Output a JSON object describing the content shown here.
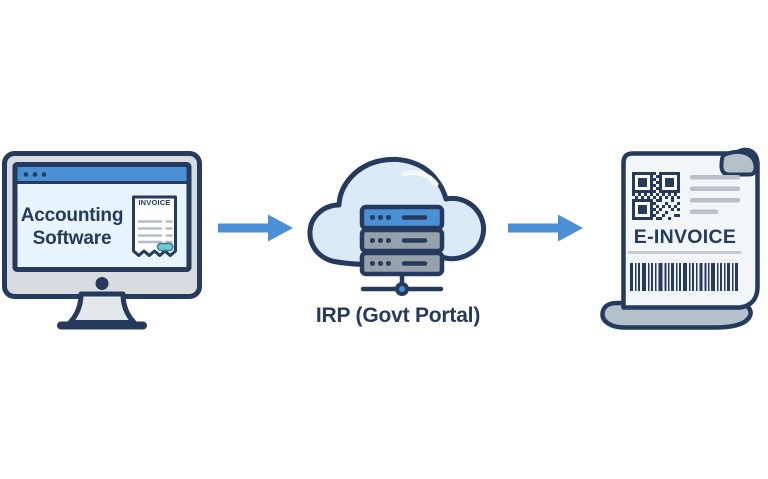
{
  "diagram": {
    "nodes": {
      "accounting": {
        "label": "Accounting\nSoftware",
        "doc_label": "INVOICE",
        "icon": "computer-monitor-icon"
      },
      "irp": {
        "label": "IRP (Govt Portal)",
        "icon": "cloud-server-icon"
      },
      "einvoice": {
        "label": "E-INVOICE",
        "icon": "scroll-invoice-icon"
      }
    },
    "connections": [
      {
        "from": "accounting",
        "to": "irp",
        "type": "arrow-right"
      },
      {
        "from": "irp",
        "to": "einvoice",
        "type": "arrow-right"
      }
    ],
    "icons": [
      "computer-monitor-icon",
      "browser-window-icon",
      "invoice-receipt-icon",
      "arrow-right-icon",
      "cloud-icon",
      "server-rack-icon",
      "network-node-icon",
      "scroll-document-icon",
      "qr-code-icon",
      "barcode-icon"
    ],
    "colors": {
      "navy": "#253a5c",
      "blue": "#4a90d6",
      "screen_blue": "#e9f3fb",
      "cloud_blue": "#dbe9f6",
      "paper": "#f2f6f8",
      "curl_gray": "#b5c0c9",
      "server_gray": "#97a1ab",
      "casing_gray": "#d8dce0",
      "teal": "#70cbd1",
      "line_gray": "#b6bdc4",
      "background": "#ffffff"
    }
  }
}
